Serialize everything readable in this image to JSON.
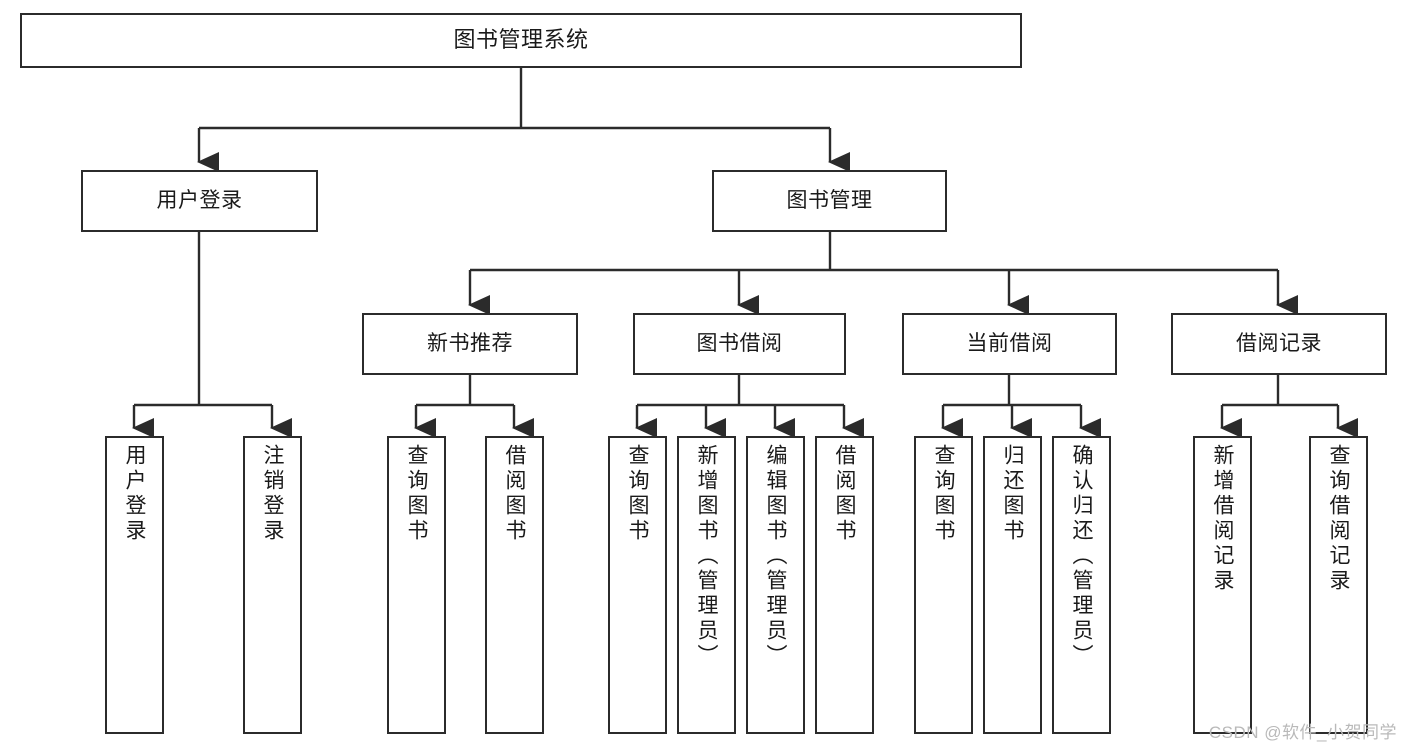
{
  "diagram": {
    "type": "tree-hierarchy-flowchart",
    "title_text": "图书管理系统",
    "orientation": "top-down",
    "colors": {
      "box_border": "#2b2b2b",
      "box_fill": "#ffffff",
      "connector": "#2b2b2b",
      "text": "#1a1a1a",
      "watermark": "#b9b9b9",
      "background": "#ffffff"
    },
    "root": {
      "label": "图书管理系统"
    },
    "level2": [
      {
        "label": "用户登录"
      },
      {
        "label": "图书管理"
      }
    ],
    "level3": [
      {
        "label": "新书推荐"
      },
      {
        "label": "图书借阅"
      },
      {
        "label": "当前借阅"
      },
      {
        "label": "借阅记录"
      }
    ],
    "leaves": {
      "user_login": [
        {
          "label": "用户登录"
        },
        {
          "label": "注销登录"
        }
      ],
      "new_book_recommend": [
        {
          "label": "查询图书"
        },
        {
          "label": "借阅图书"
        }
      ],
      "book_borrow": [
        {
          "label": "查询图书"
        },
        {
          "label": "新增图书（管理员）"
        },
        {
          "label": "编辑图书（管理员）"
        },
        {
          "label": "借阅图书"
        }
      ],
      "current_borrow": [
        {
          "label": "查询图书"
        },
        {
          "label": "归还图书"
        },
        {
          "label": "确认归还（管理员）"
        }
      ],
      "borrow_record": [
        {
          "label": "新增借阅记录"
        },
        {
          "label": "查询借阅记录"
        }
      ]
    }
  },
  "watermark": {
    "text": "CSDN @软件_小贺同学"
  }
}
